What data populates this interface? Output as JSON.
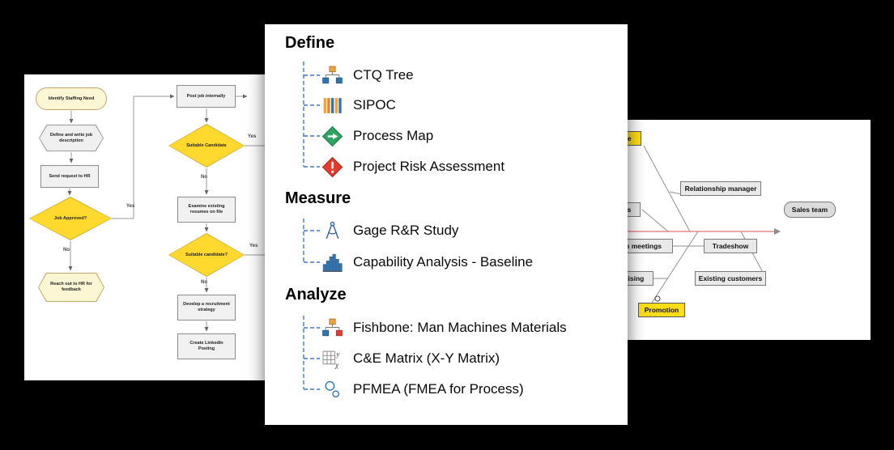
{
  "flowchart": {
    "nodes": [
      {
        "label": "Identify Staffing Need"
      },
      {
        "label": "Define and write job description"
      },
      {
        "label": "Send request to HR"
      },
      {
        "label": "Job Approved?"
      },
      {
        "label": "Reach out to HR for feedback"
      },
      {
        "label": "Post job internally"
      },
      {
        "label": "Suitable Candidate"
      },
      {
        "label": "Examine existing resumes on file"
      },
      {
        "label": "Suitable candidate?"
      },
      {
        "label": "Develop a recruitment strategy"
      },
      {
        "label": "Create LinkedIn Posting"
      }
    ],
    "labels": {
      "yes": "Yes",
      "no": "No"
    }
  },
  "toolbox": {
    "sections": [
      {
        "title": "Define",
        "items": [
          {
            "label": "CTQ Tree",
            "icon": "ctq-tree-icon"
          },
          {
            "label": "SIPOC",
            "icon": "sipoc-icon"
          },
          {
            "label": "Process Map",
            "icon": "process-map-icon"
          },
          {
            "label": "Project Risk Assessment",
            "icon": "risk-assessment-icon"
          }
        ]
      },
      {
        "title": "Measure",
        "items": [
          {
            "label": "Gage R&R Study",
            "icon": "gage-icon"
          },
          {
            "label": "Capability Analysis - Baseline",
            "icon": "capability-icon"
          }
        ]
      },
      {
        "title": "Analyze",
        "items": [
          {
            "label": "Fishbone: Man Machines Materials",
            "icon": "fishbone-icon"
          },
          {
            "label": "C&E Matrix (X-Y Matrix)",
            "icon": "ce-matrix-icon"
          },
          {
            "label": "PFMEA (FMEA for Process)",
            "icon": "pfmea-icon"
          }
        ]
      }
    ]
  },
  "fishbone": {
    "boxes": [
      {
        "label": "ple"
      },
      {
        "label": "Relationship manager"
      },
      {
        "label": "Sales team"
      },
      {
        "label": "ers"
      },
      {
        "label": "on meetings"
      },
      {
        "label": "Tradeshow"
      },
      {
        "label": "ertising"
      },
      {
        "label": "Existing customers"
      },
      {
        "label": "Promotion"
      }
    ]
  },
  "colors": {
    "tree_dash_blue": "#3C78C8",
    "decision_yellow": "#FFD92E",
    "highlight_yellow": "#FFDE17",
    "spine_red": "#E57373",
    "process_green": "#2FA360",
    "risk_red": "#E23B30",
    "icon_orange": "#F0A23C",
    "icon_blue": "#2E75B6"
  }
}
